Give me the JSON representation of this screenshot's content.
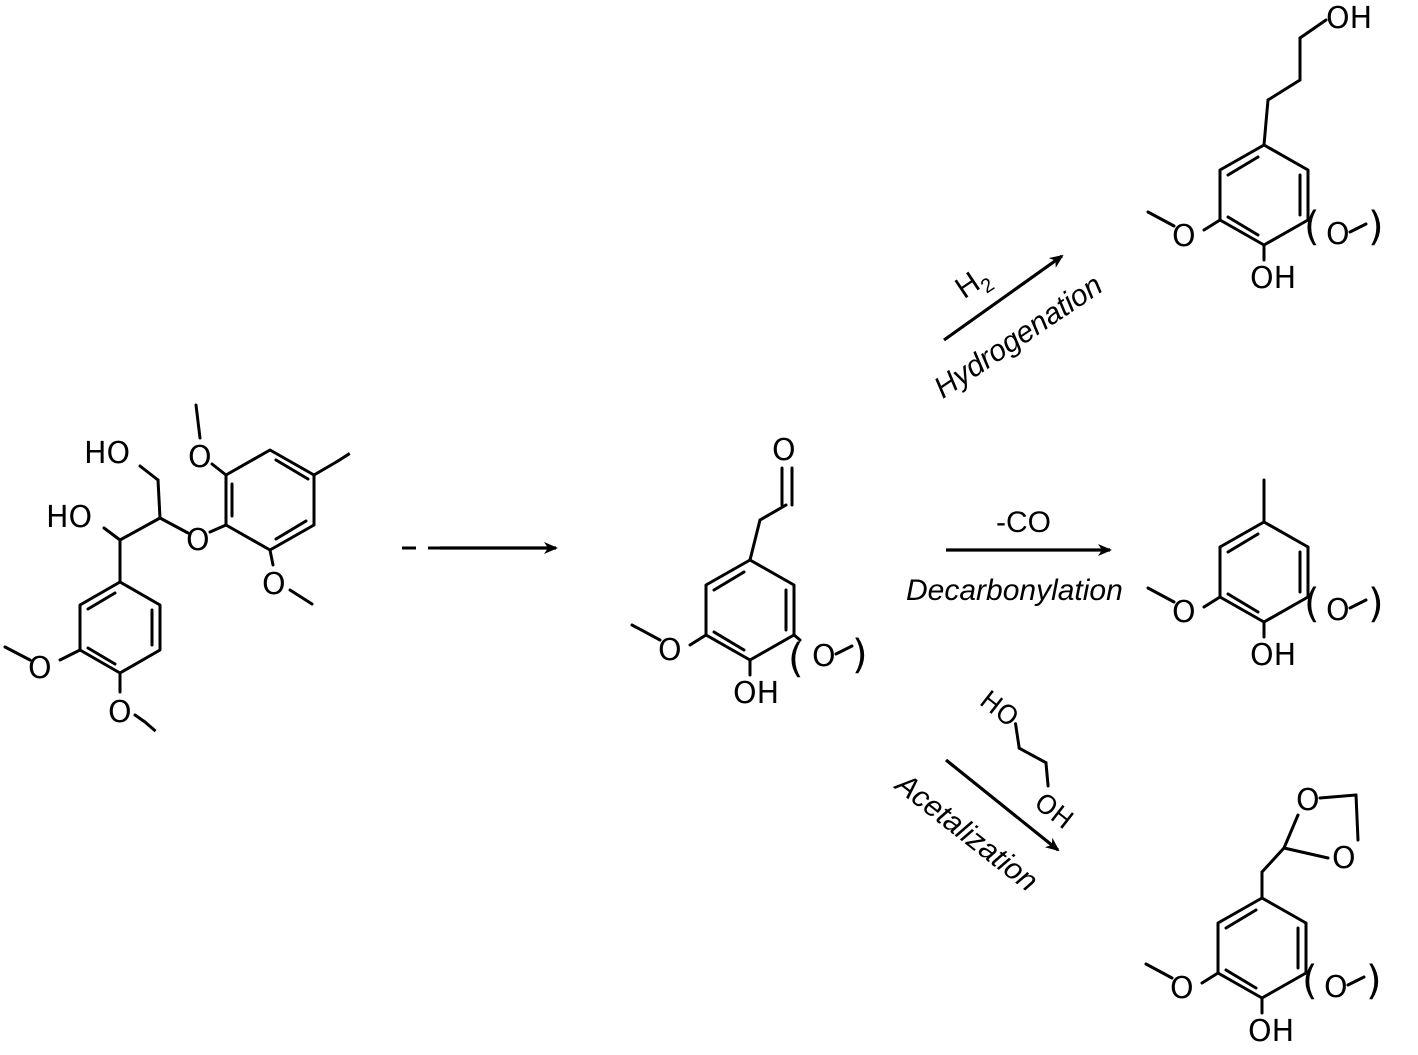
{
  "atoms": {
    "ho": "HO",
    "oh": "OH",
    "o": "O"
  },
  "reactions": {
    "hydrogenation": {
      "reagent_main": "H",
      "reagent_sub": "2",
      "name": "Hydrogenation"
    },
    "decarbonylation": {
      "reagent": "-CO",
      "name": "Decarbonylation"
    },
    "acetalization": {
      "name": "Acetalization"
    }
  },
  "colors": {
    "ink": "#000000",
    "background": "#ffffff"
  }
}
